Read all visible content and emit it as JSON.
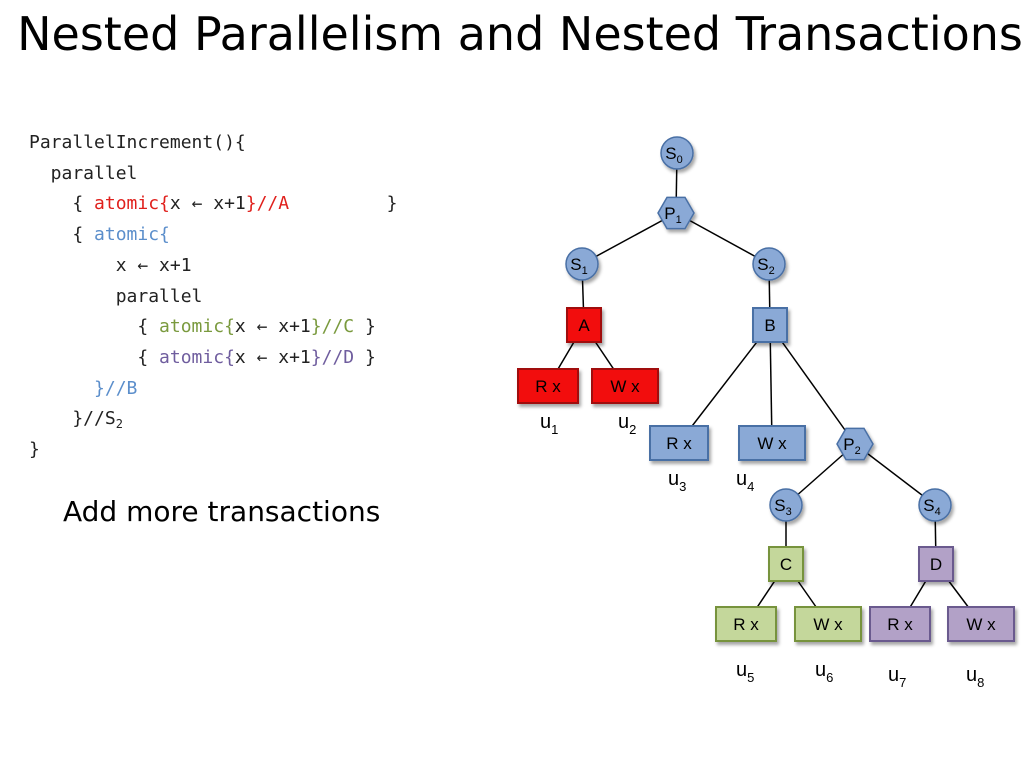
{
  "title": "Nested Parallelism and Nested Transactions",
  "code": {
    "l1": "ParallelIncrement(){",
    "l2": "  parallel",
    "l3": {
      "pre": "    { ",
      "atomic_open": "atomic{",
      "body": "x ← x+1",
      "atomic_close": "}//A",
      "post": "         }"
    },
    "l4": {
      "pre": "    { ",
      "atomic_open": "atomic{"
    },
    "l5": "        x ← x+1",
    "l6": "        parallel",
    "l7": {
      "pre": "          { ",
      "atomic_open": "atomic{",
      "body": "x ← x+1",
      "atomic_close": "}//C",
      "post": " }"
    },
    "l8": {
      "pre": "          { ",
      "atomic_open": "atomic{",
      "body": "x ← x+1",
      "atomic_close": "}//D",
      "post": " }"
    },
    "l9": {
      "pre": "      ",
      "close": "}//B"
    },
    "l10": {
      "text": "    }//S",
      "sub": "2"
    },
    "l11": "}"
  },
  "caption": "Add more transactions",
  "tree": {
    "nodes": {
      "S0": {
        "label": "S",
        "sub": "0"
      },
      "P1": {
        "label": "P",
        "sub": "1"
      },
      "S1": {
        "label": "S",
        "sub": "1"
      },
      "S2": {
        "label": "S",
        "sub": "2"
      },
      "A": {
        "label": "A"
      },
      "B": {
        "label": "B"
      },
      "A_rx": {
        "label": "R x"
      },
      "A_wx": {
        "label": "W x"
      },
      "B_rx": {
        "label": "R x"
      },
      "B_wx": {
        "label": "W x"
      },
      "P2": {
        "label": "P",
        "sub": "2"
      },
      "S3": {
        "label": "S",
        "sub": "3"
      },
      "S4": {
        "label": "S",
        "sub": "4"
      },
      "C": {
        "label": "C"
      },
      "D": {
        "label": "D"
      },
      "C_rx": {
        "label": "R x"
      },
      "C_wx": {
        "label": "W x"
      },
      "D_rx": {
        "label": "R x"
      },
      "D_wx": {
        "label": "W x"
      }
    },
    "ulabels": {
      "u1": {
        "label": "u",
        "sub": "1"
      },
      "u2": {
        "label": "u",
        "sub": "2"
      },
      "u3": {
        "label": "u",
        "sub": "3"
      },
      "u4": {
        "label": "u",
        "sub": "4"
      },
      "u5": {
        "label": "u",
        "sub": "5"
      },
      "u6": {
        "label": "u",
        "sub": "6"
      },
      "u7": {
        "label": "u",
        "sub": "7"
      },
      "u8": {
        "label": "u",
        "sub": "8"
      }
    },
    "colors": {
      "red": "#f20d0d",
      "blue": "#8aa9d6",
      "green": "#c4d79b",
      "purple": "#b2a1c7",
      "red_border": "#a01010",
      "blue_border": "#4a6fa5",
      "green_border": "#77933c",
      "purple_border": "#6b5a8e"
    }
  }
}
